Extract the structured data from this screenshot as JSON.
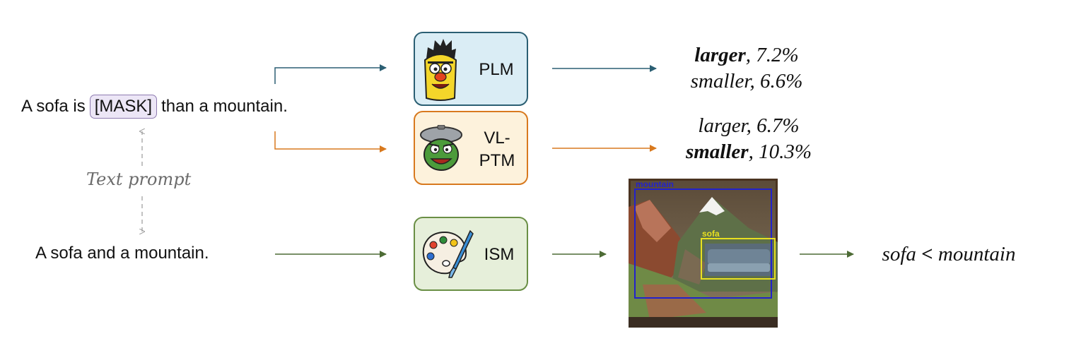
{
  "masked_sentence": {
    "before": "A sofa is",
    "mask": "[MASK]",
    "after": "than a mountain."
  },
  "text_prompt_label": "Text prompt",
  "plain_sentence": "A sofa and a mountain.",
  "models": {
    "plm": {
      "label": "PLM",
      "color": "#2b5f73",
      "fill": "#daedf5"
    },
    "vlptm": {
      "label_line1": "VL-",
      "label_line2": "PTM",
      "color": "#d8791e",
      "fill": "#fdf2dc"
    },
    "ism": {
      "label": "ISM",
      "color": "#6a8f45",
      "fill": "#e6efda"
    }
  },
  "results": {
    "plm": [
      {
        "word": "larger",
        "value": ", 7.2%",
        "bold": true
      },
      {
        "word": "smaller",
        "value": ", 6.6%",
        "bold": false
      }
    ],
    "vlptm": [
      {
        "word": "larger",
        "value": ", 6.7%",
        "bold": false
      },
      {
        "word": "smaller",
        "value": ", 10.3%",
        "bold": true
      }
    ]
  },
  "generated_image": {
    "mountain_box_label": "mountain",
    "sofa_box_label": "sofa",
    "mountain_box_color": "#2222cc",
    "sofa_box_color": "#e8e020"
  },
  "conclusion": {
    "left": "sofa",
    "op": "<",
    "right": "mountain"
  },
  "icons": [
    "bert-icon",
    "oscar-icon",
    "palette-icon"
  ]
}
